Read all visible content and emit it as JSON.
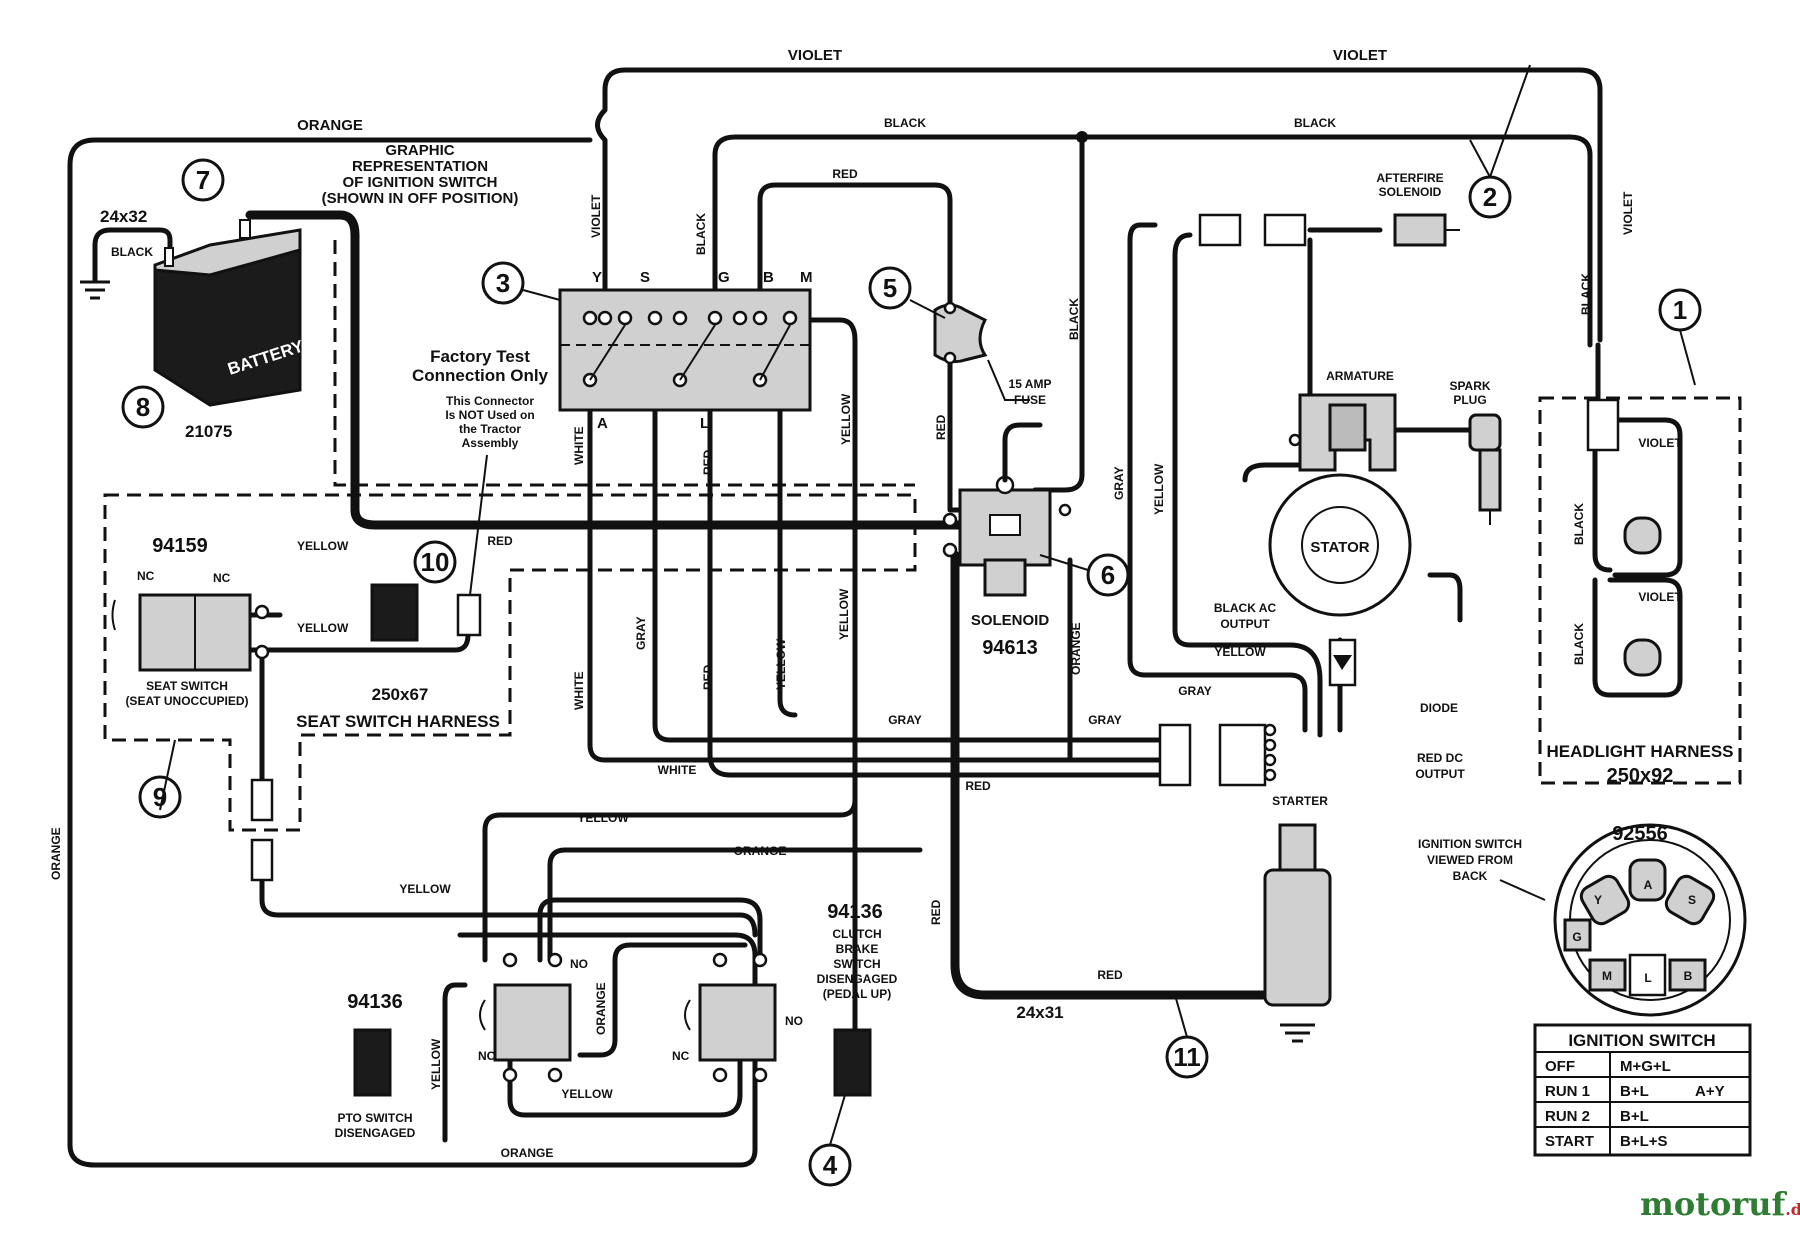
{
  "wire_labels": {
    "violet_top_left": "VIOLET",
    "violet_top_right": "VIOLET",
    "orange_top": "ORANGE",
    "black_top_mid": "BLACK",
    "black_top_right": "BLACK",
    "red_top": "RED",
    "black_battery": "BLACK",
    "violet_vert": "VIOLET",
    "black_vert": "BLACK",
    "black_vert_right": "BLACK",
    "yellow_vert_1": "YELLOW",
    "red_vert_1": "RED",
    "white_a": "WHITE",
    "red_l": "RED",
    "red_solenoid": "RED",
    "gray_vert": "GRAY",
    "yellow_vert_stator": "YELLOW",
    "black_vert_headlight": "BLACK",
    "violet_vert_headlight": "VIOLET",
    "yellow_seat_top": "YELLOW",
    "yellow_seat_bottom": "YELLOW",
    "red_harness": "RED",
    "white_lower": "WHITE",
    "gray_lower": "GRAY",
    "red_lower": "RED",
    "yellow_lower_1": "YELLOW",
    "yellow_lower_2": "YELLOW",
    "orange_solenoid": "ORANGE",
    "gray_h1": "GRAY",
    "gray_h2": "GRAY",
    "gray_h3": "GRAY",
    "white_h": "WHITE",
    "red_h": "RED",
    "yellow_h_stator": "YELLOW",
    "yellow_mid": "YELLOW",
    "orange_mid": "ORANGE",
    "yellow_left_low": "YELLOW",
    "orange_left": "ORANGE",
    "red_starter_vert": "RED",
    "red_starter": "RED",
    "orange_pto": "ORANGE",
    "yellow_pto_vert": "YELLOW",
    "yellow_pto_bottom": "YELLOW",
    "orange_bottom": "ORANGE",
    "headlight_violet": "VIOLET",
    "headlight_black_1": "BLACK",
    "headlight_violet_2": "VIOLET",
    "headlight_black_2": "BLACK"
  },
  "components": {
    "battery": {
      "label": "BATTERY",
      "part": "21075",
      "size": "24x32"
    },
    "ignition_graphic": "GRAPHIC\nREPRESENTATION\nOF IGNITION SWITCH\n(SHOWN IN OFF POSITION)",
    "ignition_terms_top": [
      "Y",
      "S",
      "G",
      "B",
      "M"
    ],
    "ignition_terms_bottom": [
      "A",
      "L"
    ],
    "factory_test_title": "Factory Test\nConnection Only",
    "factory_test_note": "This Connector\nIs NOT Used on\nthe Tractor\nAssembly",
    "fuse": "15 AMP\nFUSE",
    "solenoid": {
      "label": "SOLENOID",
      "part": "94613"
    },
    "afterfire": "AFTERFIRE\nSOLENOID",
    "armature": "ARMATURE",
    "spark_plug": "SPARK\nPLUG",
    "stator": "STATOR",
    "black_ac_output": "BLACK AC\nOUTPUT",
    "diode": "DIODE",
    "red_dc_output": "RED DC\nOUTPUT",
    "starter": "STARTER",
    "headlight_harness": {
      "label": "HEADLIGHT HARNESS",
      "part": "250x92"
    },
    "seat_switch": {
      "part": "94159",
      "nc1": "NC",
      "nc2": "NC",
      "label": "SEAT SWITCH\n(SEAT UNOCCUPIED)"
    },
    "seat_harness": {
      "part": "250x67",
      "label": "SEAT SWITCH HARNESS"
    },
    "pto_switch": {
      "part": "94136",
      "label": "PTO SWITCH\nDISENGAGED",
      "nc": "NC",
      "no": "NO"
    },
    "clutch_switch": {
      "part": "94136",
      "label": "CLUTCH\nBRAKE\nSWITCH\nDISENGAGED\n(PEDAL UP)",
      "nc": "NC",
      "no": "NO"
    },
    "cable": "24x31",
    "ignition_back": {
      "part": "92556",
      "label": "IGNITION SWITCH\nVIEWED FROM\nBACK",
      "terminals": [
        "Y",
        "A",
        "S",
        "G",
        "M",
        "L",
        "B"
      ]
    }
  },
  "callouts": [
    "1",
    "2",
    "3",
    "4",
    "5",
    "6",
    "7",
    "8",
    "9",
    "10",
    "11"
  ],
  "ignition_table": {
    "title": "IGNITION SWITCH",
    "rows": [
      {
        "pos": "OFF",
        "c1": "M+G+L",
        "c2": ""
      },
      {
        "pos": "RUN 1",
        "c1": "B+L",
        "c2": "A+Y"
      },
      {
        "pos": "RUN 2",
        "c1": "B+L",
        "c2": ""
      },
      {
        "pos": "START",
        "c1": "B+L+S",
        "c2": ""
      }
    ]
  },
  "watermark": {
    "main": "motoruf",
    "suffix": ".de",
    "color_a": "#2e7d32",
    "color_b": "#c62828"
  }
}
